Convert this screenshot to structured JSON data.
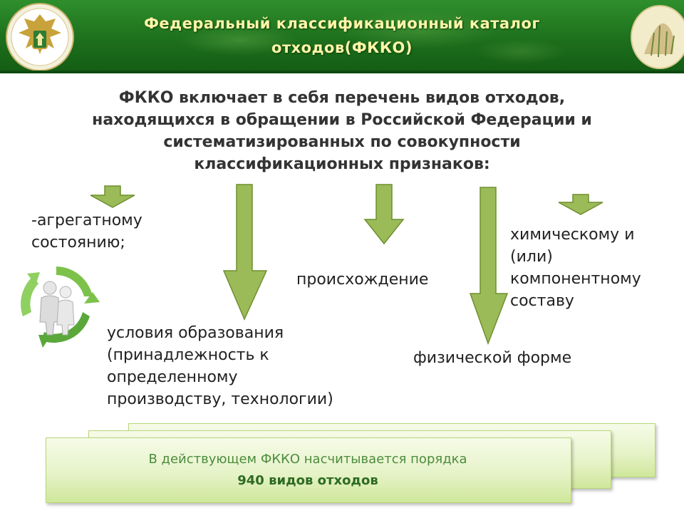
{
  "header": {
    "title_line1": "Федеральный классификационный каталог",
    "title_line2": "отходов(ФККО)",
    "colors": {
      "bar": "#1d6f1c",
      "title": "#fff5a8"
    }
  },
  "intro": {
    "lines": [
      "ФККО включает в себя перечень видов отходов,",
      "находящихся в обращении в Российской Федерации и",
      "систематизированных по совокупности",
      "классификационных признаков:"
    ]
  },
  "criteria": {
    "aggregate": [
      "-агрегатному",
      "состоянию;"
    ],
    "formation": [
      "условия образования",
      "(принадлежность к",
      "определенному",
      "производству, технологии)"
    ],
    "origin": [
      "происхождение"
    ],
    "chemical": [
      "химическому и",
      "(или)",
      "компонентному",
      "составу"
    ],
    "physical": [
      "физической форме"
    ]
  },
  "footer": {
    "line1": "В действующем ФККО насчитывается порядка",
    "line2": "940 видов отходов"
  },
  "colors": {
    "arrow_fill": "#9bbb59",
    "arrow_stroke": "#6f8f2f",
    "text": "#222222",
    "intro": "#333333"
  },
  "icons": [
    "emblem-icon",
    "seal-icon",
    "recycle-people-icon",
    "arrow-down-icon"
  ]
}
